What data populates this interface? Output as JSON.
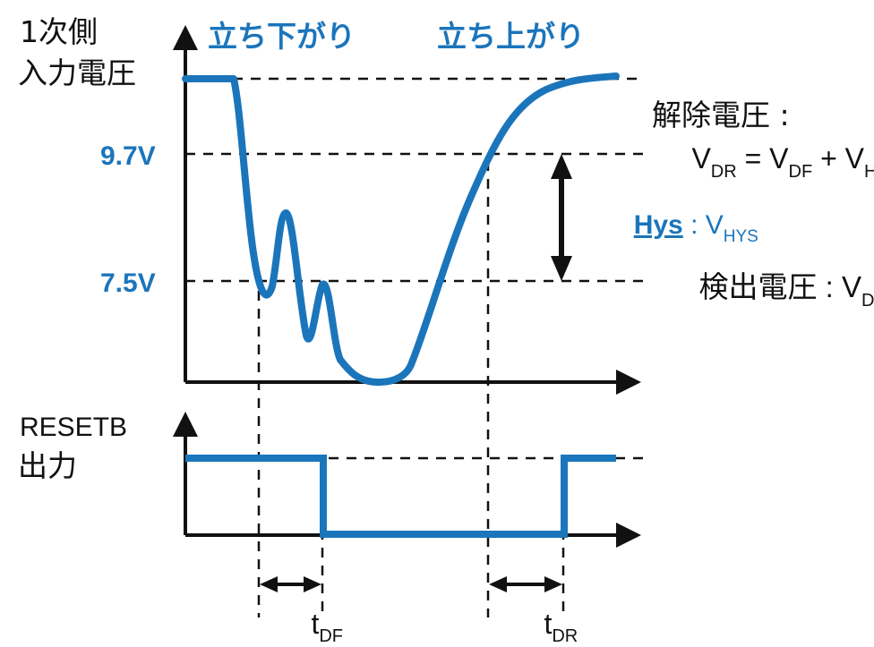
{
  "labels": {
    "primary_voltage_line1": "1次側",
    "primary_voltage_line2": "入力電圧",
    "falling": "立ち下がり",
    "rising": "立ち上がり",
    "v_high": "9.7V",
    "v_low": "7.5V",
    "release_voltage_title": "解除電圧 :",
    "release_formula": {
      "v1": "V",
      "s1": "DR",
      "eq": " = ",
      "v2": "V",
      "s2": "DF",
      "plus": " + ",
      "v3": "V",
      "s3": "HYS"
    },
    "hys_label": "Hys",
    "hys_sep": " : ",
    "hys_v": "V",
    "hys_sub": "HYS",
    "detect_voltage": "検出電圧",
    "detect_sep": " : ",
    "detect_v": "V",
    "detect_sub": "DF",
    "resetb_line1": "RESETB",
    "resetb_line2": "出力",
    "tdf_t": "t",
    "tdf_sub": "DF",
    "tdr_t": "t",
    "tdr_sub": "DR"
  },
  "colors": {
    "signal": "#1b75bb",
    "ink": "#111111"
  }
}
